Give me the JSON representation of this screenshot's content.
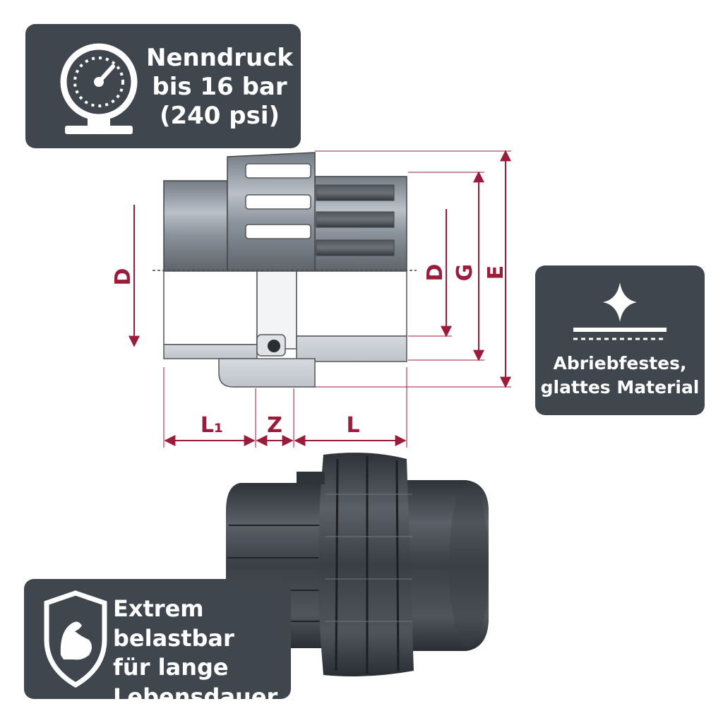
{
  "badges": {
    "pressure": {
      "line1": "Nenndruck",
      "line2": "bis 16 bar",
      "line3": "(240 psi)",
      "icon": "pressure-gauge-icon"
    },
    "material": {
      "line1": "Abriebfestes,",
      "line2": "glattes Material",
      "icon": "smooth-surface-sparkle-icon"
    },
    "strength": {
      "line1": "Extrem belastbar",
      "line2": "für lange",
      "line3": "Lebensdauer",
      "icon": "shield-bicep-icon"
    }
  },
  "dimensions": {
    "D_left": "D",
    "D_right": "D",
    "G": "G",
    "E": "E",
    "L1": "L₁",
    "Z": "Z",
    "L": "L"
  },
  "colors": {
    "badge_bg": "#3f464d",
    "dimension": "#9b1b3a",
    "pvc_dark": "#3a3f45",
    "pvc_light": "#8a929b"
  }
}
